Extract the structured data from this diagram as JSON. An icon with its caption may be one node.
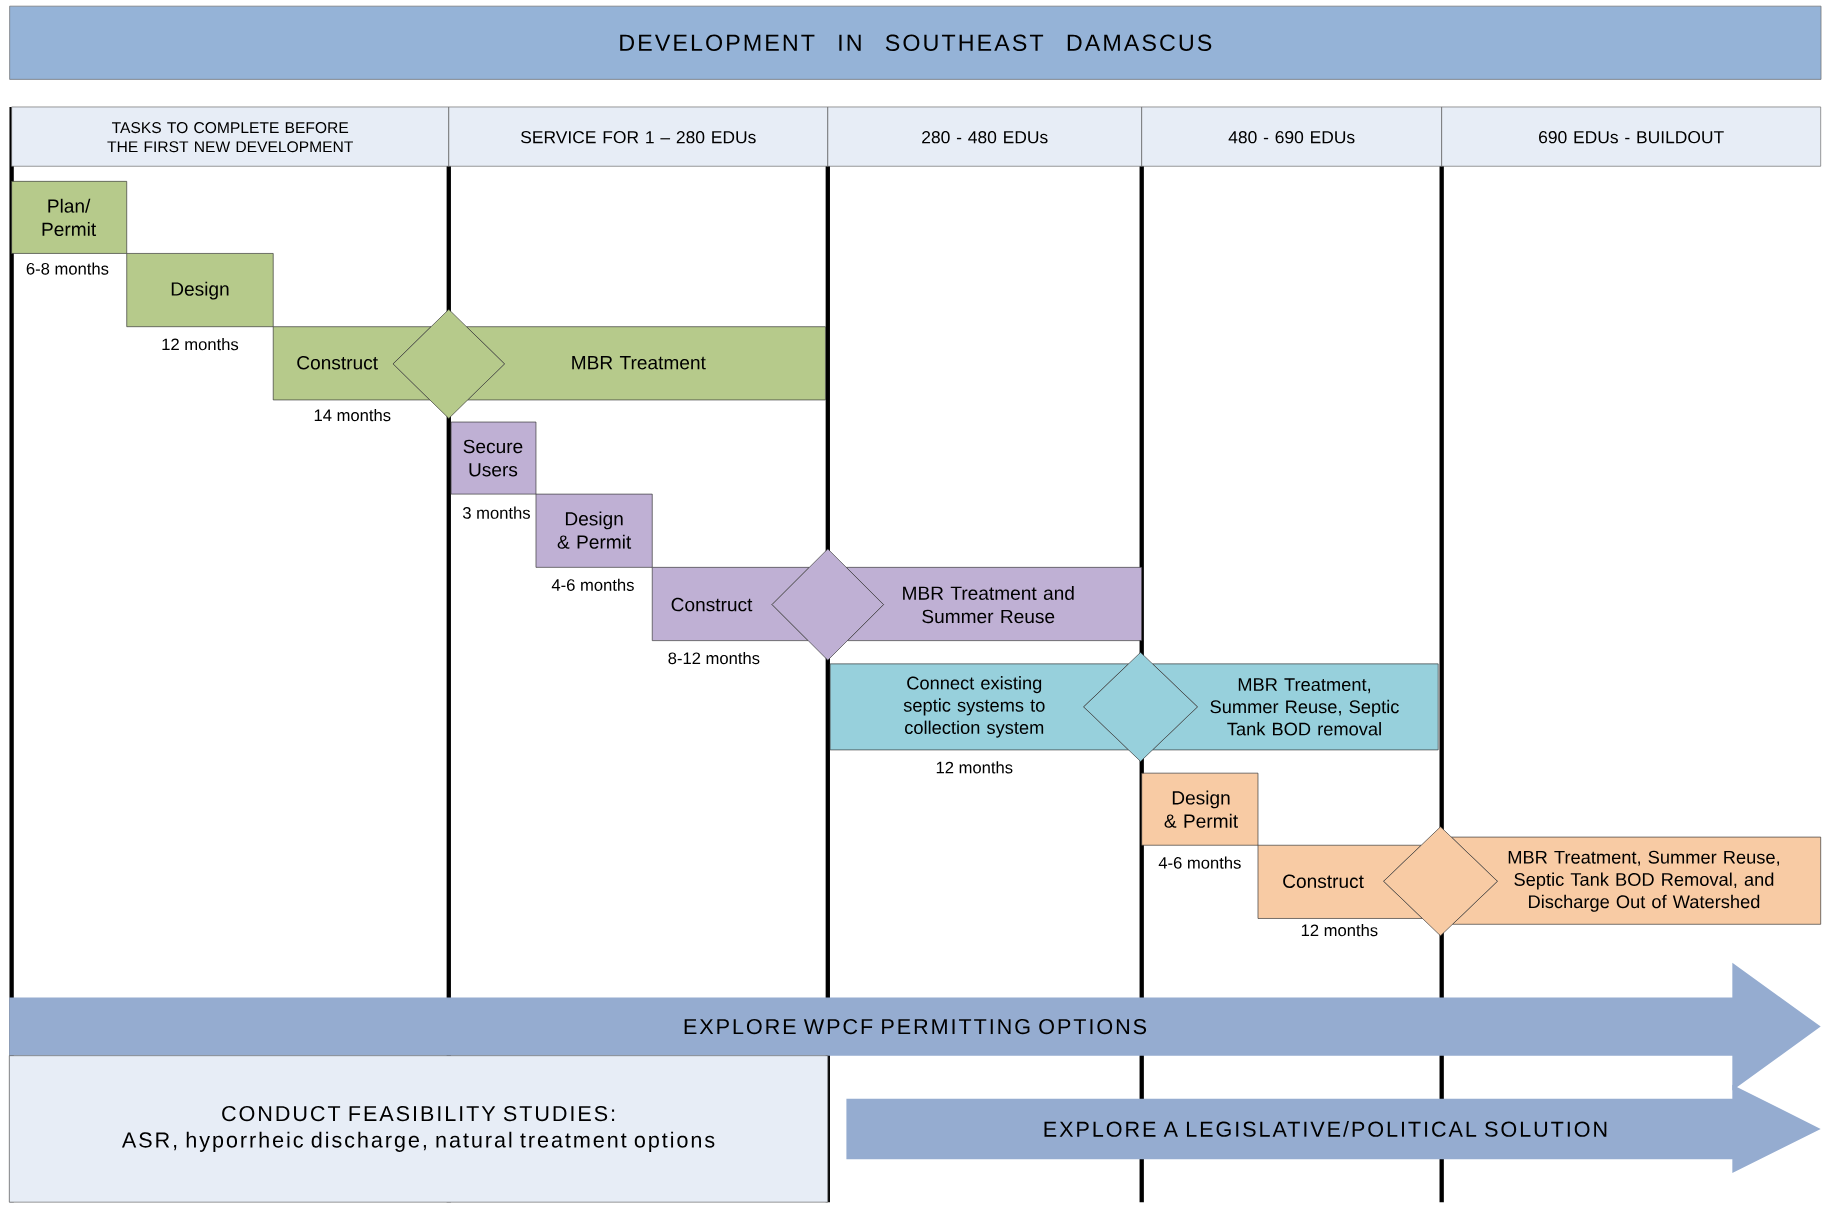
{
  "diagram": {
    "title": "DEVELOPMENT IN SOUTHEAST DAMASCUS",
    "nodes": [
      {
        "text": [
          "TASKS TO COMPLETE BEFORE THE FIRST NEW DEVELOPMENT"
        ]
      },
      {
        "text": [
          "SERVICE FOR 1 – 280  EDUs"
        ]
      },
      {
        "text": [
          "280 - 480 EDUs"
        ]
      },
      {
        "text": [
          "480 - 690 EDUs"
        ]
      },
      {
        "text": [
          "690 EDUs - BUILDOUT"
        ]
      },
      {
        "text": [
          "Plan/ Permit"
        ],
        "beside": [
          "6-8 months"
        ]
      },
      {
        "text": [
          "Design"
        ],
        "beside": [
          "12 months"
        ]
      },
      {
        "text": [
          "Construct"
        ],
        "beside": [
          "14 months"
        ]
      },
      {
        "text": [],
        "shape": "diamond"
      },
      {
        "text": [
          "MBR Treatment"
        ]
      },
      {
        "text": [
          "Secure Users"
        ],
        "beside": [
          "3 months"
        ]
      },
      {
        "text": [
          "Design & Permit"
        ],
        "beside": [
          "4-6 months"
        ]
      },
      {
        "text": [
          "Construct"
        ],
        "beside": [
          "8-12 months"
        ]
      },
      {
        "text": [],
        "shape": "diamond"
      },
      {
        "text": [
          "MBR Treatment and Summer Reuse"
        ]
      },
      {
        "text": [
          "Connect existing septic systems to collection system"
        ],
        "beside": [
          "12 months"
        ]
      },
      {
        "text": [],
        "shape": "diamond"
      },
      {
        "text": [
          "MBR Treatment, Summer Reuse, Septic Tank BOD removal"
        ]
      },
      {
        "text": [
          "Design & Permit"
        ],
        "beside": [
          "4-6 months"
        ]
      },
      {
        "text": [
          "Construct"
        ],
        "beside": [
          "12 months"
        ]
      },
      {
        "text": [],
        "shape": "diamond"
      },
      {
        "text": [
          "MBR Treatment, Summer Reuse, Septic Tank BOD Removal, and Discharge Out of Watershed"
        ]
      },
      {
        "text": [
          "EXPLORE WPCF PERMITTING OPTIONS"
        ]
      },
      {
        "text": [
          "CONDUCT FEASIBILITY STUDIES:",
          "ASR, hyporrheic discharge, natural treatment options"
        ]
      },
      {
        "text": [
          "EXPLORE A LEGISLATIVE/POLITICAL SOLUTION"
        ]
      }
    ]
  }
}
